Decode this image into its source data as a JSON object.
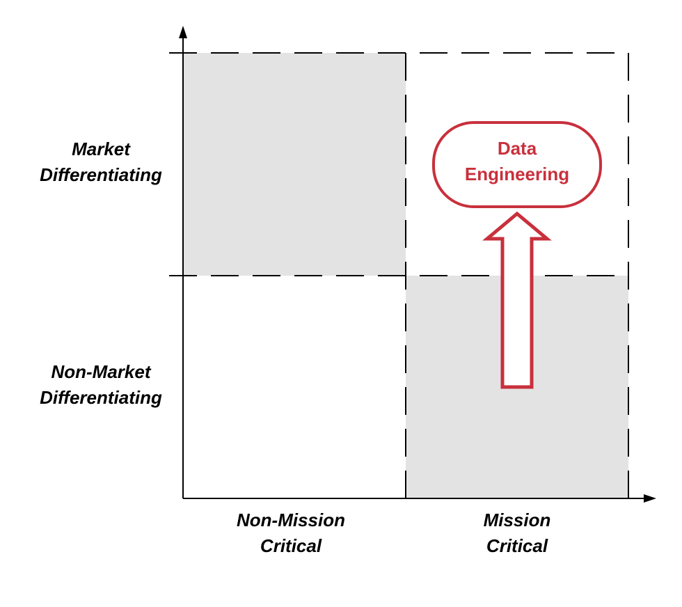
{
  "diagram": {
    "type": "2x2 quadrant matrix",
    "y_axis": {
      "top_label": [
        "Market",
        "Differentiating"
      ],
      "bottom_label": [
        "Non-Market",
        "Differentiating"
      ]
    },
    "x_axis": {
      "left_label": [
        "Non-Mission",
        "Critical"
      ],
      "right_label": [
        "Mission",
        "Critical"
      ]
    },
    "quadrants": [
      {
        "name": "market-differentiating / non-mission-critical",
        "shaded": true
      },
      {
        "name": "market-differentiating / mission-critical",
        "shaded": false
      },
      {
        "name": "non-market-differentiating / non-mission-critical",
        "shaded": false
      },
      {
        "name": "non-market-differentiating / mission-critical",
        "shaded": true
      }
    ],
    "callout": {
      "label": [
        "Data",
        "Engineering"
      ],
      "shape": "rounded-pill",
      "arrow": "up-arrow-icon",
      "movement": "from Non-Market Differentiating to Market Differentiating within Mission Critical"
    },
    "colors": {
      "accent": "#c8303c",
      "shade": "#e3e3e3",
      "axis": "#000000",
      "background": "#ffffff"
    }
  }
}
